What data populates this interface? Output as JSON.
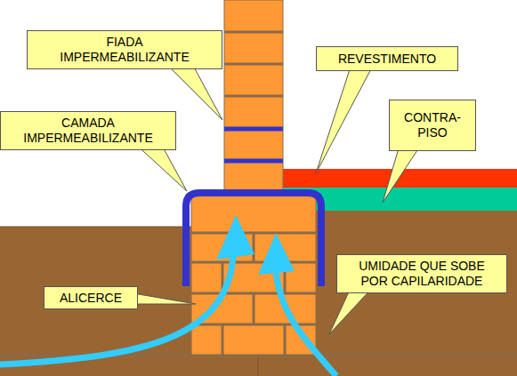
{
  "diagram": {
    "nodes": [
      {
        "text": [
          "FIADA IMPERMEABILIZANTE"
        ]
      },
      {
        "text": [
          "REVESTIMENTO"
        ]
      },
      {
        "text": [
          "CAMADA IMPERMEABILIZANTE"
        ]
      },
      {
        "text": [
          "CONTRA- PISO"
        ]
      },
      {
        "text": [
          "ALICERCE"
        ]
      },
      {
        "text": [
          "UMIDADE QUE SOBE POR CAPILARIDADE"
        ]
      }
    ]
  }
}
